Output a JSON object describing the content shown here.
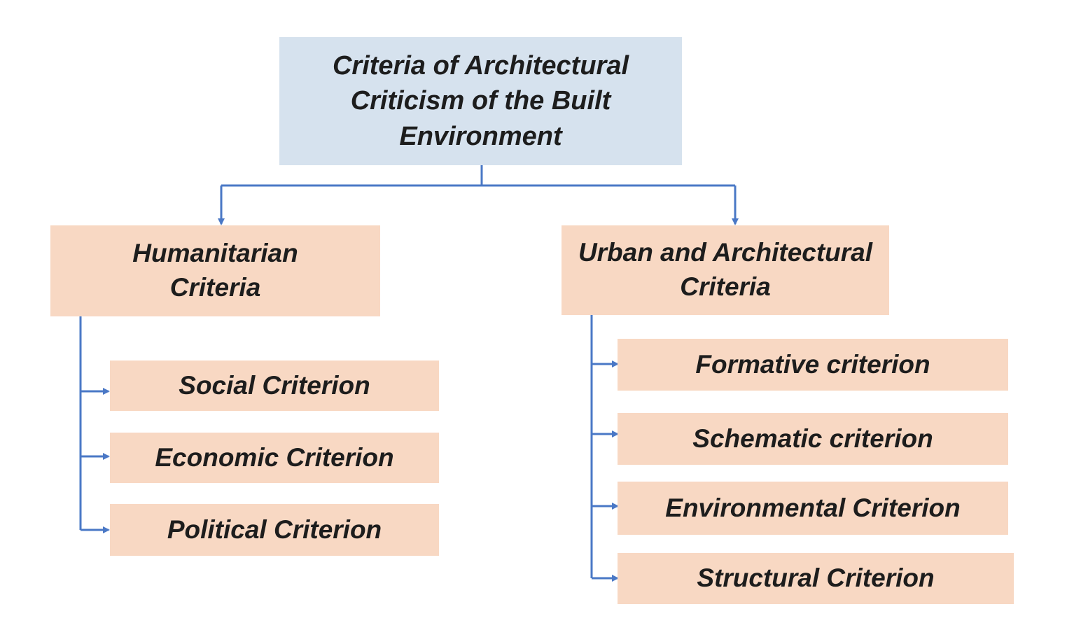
{
  "diagram": {
    "root": {
      "label": "Criteria of Architectural Criticism of the Built Environment"
    },
    "categories": [
      {
        "label": "Humanitarian Criteria",
        "children": [
          "Social Criterion",
          "Economic Criterion",
          "Political Criterion"
        ]
      },
      {
        "label": "Urban and Architectural Criteria",
        "children": [
          "Formative criterion",
          "Schematic criterion",
          "Environmental Criterion",
          "Structural Criterion"
        ]
      }
    ],
    "colors": {
      "root_fill": "#d6e2ee",
      "category_fill": "#f8d8c3",
      "leaf_fill": "#f8d8c3",
      "connector": "#4a78c6",
      "text": "#1d1d1d"
    }
  }
}
